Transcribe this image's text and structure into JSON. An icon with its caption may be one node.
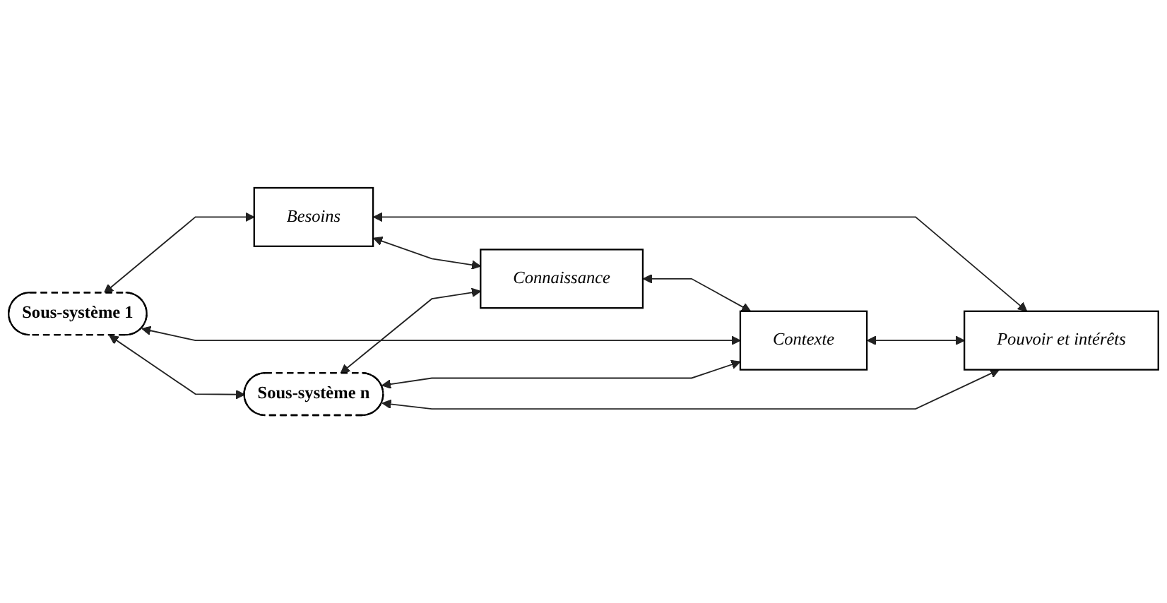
{
  "diagram": {
    "nodes": [
      {
        "text": [
          "Besoins"
        ]
      },
      {
        "text": [
          "Connaissance"
        ]
      },
      {
        "text": [
          "Contexte"
        ]
      },
      {
        "text": [
          "Sous-système 1"
        ]
      },
      {
        "text": [
          "Sous-système n"
        ]
      },
      {
        "text": [
          "Pouvoir et intérêts"
        ]
      }
    ],
    "edges": [
      {
        "from": 0,
        "to": 1,
        "arrow": "both"
      },
      {
        "from": 3,
        "to": 0,
        "arrow": "both"
      },
      {
        "from": 0,
        "to": 5,
        "arrow": "both"
      },
      {
        "from": 1,
        "to": 2,
        "arrow": "both"
      },
      {
        "from": 4,
        "to": 1,
        "arrow": "both"
      },
      {
        "from": 3,
        "to": 2,
        "arrow": "both"
      },
      {
        "from": 4,
        "to": 2,
        "arrow": "both"
      },
      {
        "from": 2,
        "to": 5,
        "arrow": "both"
      },
      {
        "from": 3,
        "to": 4,
        "arrow": "both"
      },
      {
        "from": 4,
        "to": 5,
        "arrow": "both"
      }
    ]
  }
}
